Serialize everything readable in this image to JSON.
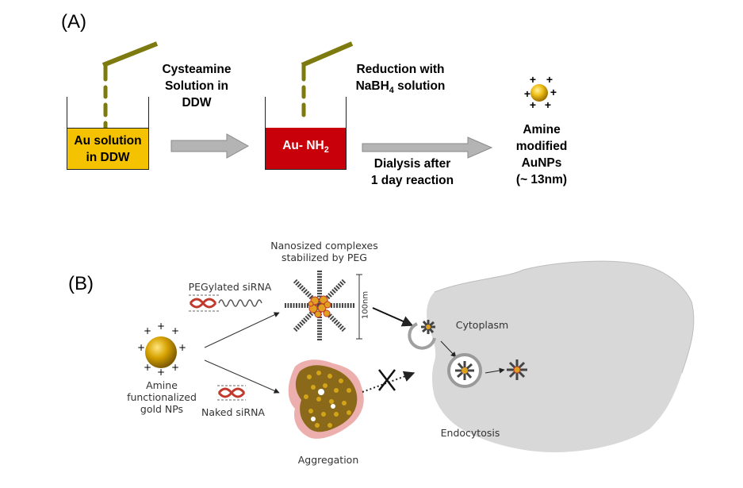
{
  "panel_a": {
    "label": "(A)",
    "step1_reagent": [
      "Cysteamine",
      "Solution in",
      "DDW"
    ],
    "beaker1_text": [
      "Au solution",
      "in DDW"
    ],
    "step2_reagent": [
      "Reduction with",
      "NaBH4 solution"
    ],
    "beaker2_text": "Au- NH2",
    "step3_text": [
      "Dialysis after",
      "1 day reaction"
    ],
    "product_text": [
      "Amine",
      "modified",
      "AuNPs",
      "(~ 13nm)"
    ],
    "colors": {
      "gold_fill": "#f5c200",
      "red_fill": "#c8000a",
      "pipette": "#7d7a10",
      "arrow": "#b4b4b4"
    }
  },
  "panel_b": {
    "label": "(B)",
    "complex_title": [
      "Nanosized complexes",
      "stabilized by PEG"
    ],
    "peg_sirna": "PEGylated siRNA",
    "naked_sirna": "Naked siRNA",
    "np_label": [
      "Amine",
      "functionalized",
      "gold NPs"
    ],
    "size_label": "100nm",
    "cytoplasm": "Cytoplasm",
    "endocytosis": "Endocytosis",
    "aggregation": "Aggregation"
  }
}
